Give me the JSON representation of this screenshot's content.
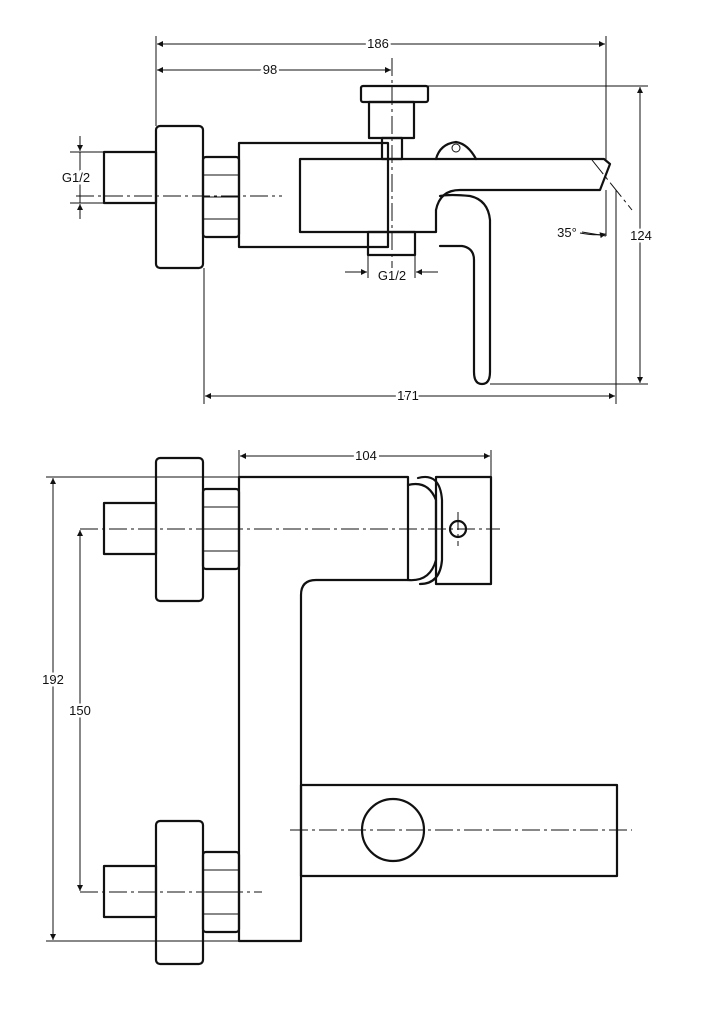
{
  "top_view": {
    "dim_overall_length": "186",
    "dim_diverter_offset": "98",
    "dim_inlet_thread": "G1/2",
    "dim_outlet_thread": "G1/2",
    "dim_spout_angle": "35°",
    "dim_height": "124",
    "dim_body_length": "171"
  },
  "side_view": {
    "dim_body_depth": "104",
    "dim_total_height": "192",
    "dim_inlet_spacing": "150"
  }
}
